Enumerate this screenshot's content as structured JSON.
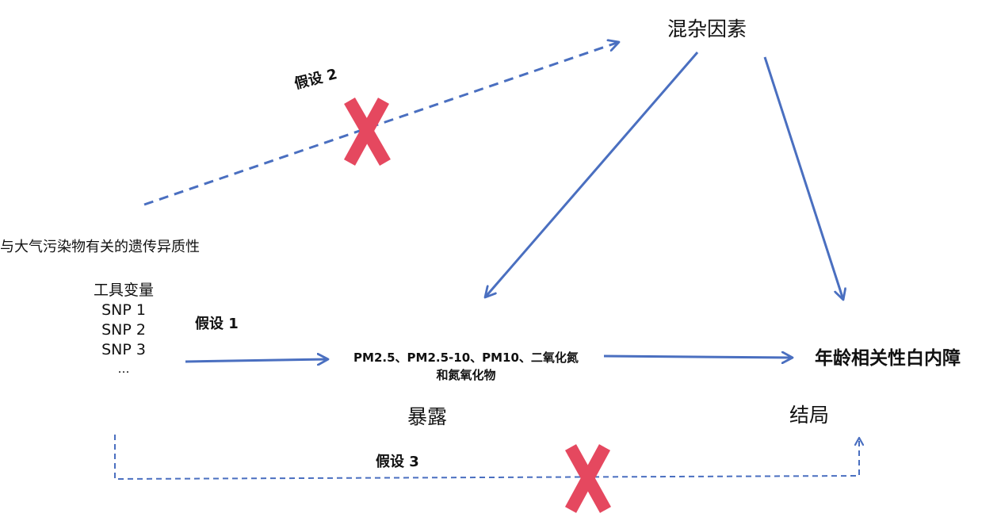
{
  "nodes": {
    "confounder": "混杂因素",
    "heterogeneity": "与大气污染物有关的遗传异质性",
    "instrument": {
      "title": "工具变量",
      "snps": [
        "SNP 1",
        "SNP 2",
        "SNP 3",
        "…"
      ]
    },
    "exposure": {
      "line1": "PM2.5、PM2.5-10、PM10、二氧化氮",
      "line2": "和氮氧化物",
      "label": "暴露"
    },
    "outcome": {
      "name": "年龄相关性白内障",
      "label": "结局"
    }
  },
  "assumptions": {
    "a1": "假设 1",
    "a2": "假设 2",
    "a3": "假设 3"
  },
  "colors": {
    "arrow": "#4a6fc0",
    "cross": "#e5485f",
    "text": "#111111"
  }
}
